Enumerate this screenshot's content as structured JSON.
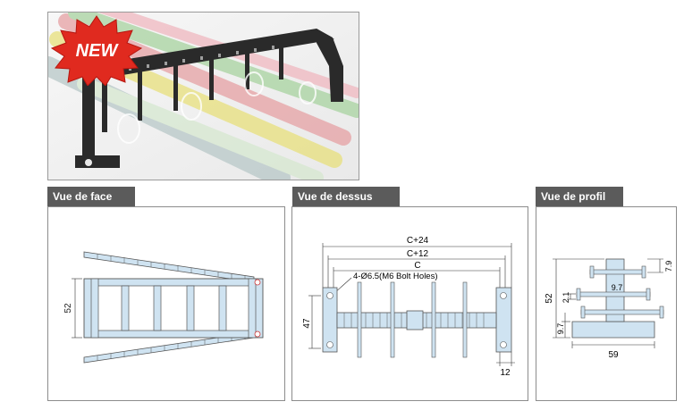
{
  "badge": {
    "label": "NEW"
  },
  "sections": [
    {
      "title": "Vue de face"
    },
    {
      "title": "Vue de dessus"
    },
    {
      "title": "Vue de profil"
    }
  ],
  "front_view": {
    "height_label": "52"
  },
  "top_view": {
    "dim_c24": "C+24",
    "dim_c12": "C+12",
    "dim_c": "C",
    "bolt_holes": "4-Ø6.5(M6 Bolt Holes)",
    "dim_47": "47",
    "dim_12": "12"
  },
  "profile_view": {
    "dim_52": "52",
    "dim_7_9": "7.9",
    "dim_9_7_inner": "9.7",
    "dim_2_1": "2.1",
    "dim_9_7_side": "9.7",
    "dim_59": "59"
  },
  "colors": {
    "panel_header": "#5b5b5b",
    "part_fill": "#cfe3f1",
    "badge_red": "#e02a1f"
  }
}
